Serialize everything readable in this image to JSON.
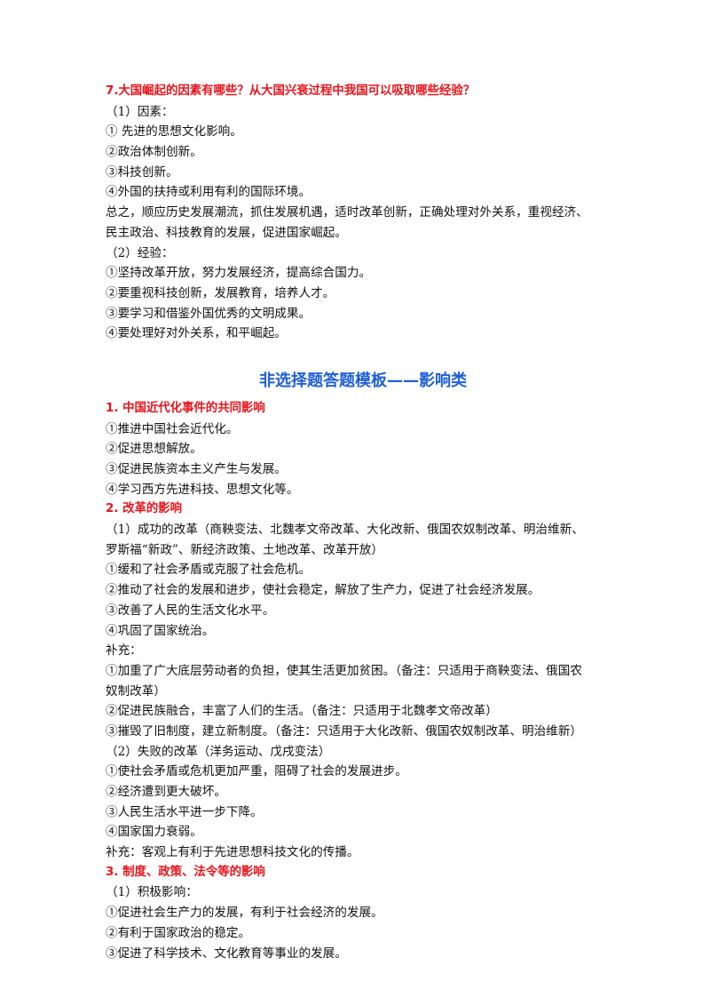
{
  "q7": {
    "heading": "7.大国崛起的因素有哪些？从大国兴衰过程中我国可以吸取哪些经验？",
    "lines": [
      "（1）因素：",
      "① 先进的思想文化影响。",
      "②政治体制创新。",
      "③科技创新。",
      "④外国的扶持或利用有利的国际环境。",
      "总之，顺应历史发展潮流，抓住发展机遇，适时改革创新，正确处理对外关系，重视经济、",
      "民主政治、科技教育的发展，促进国家崛起。",
      "（2）经验：",
      "①坚持改革开放，努力发展经济，提高综合国力。",
      "②要重视科技创新，发展教育，培养人才。",
      "③要学习和借鉴外国优秀的文明成果。",
      "④要处理好对外关系，和平崛起。"
    ]
  },
  "section_title": "非选择题答题模板——影响类",
  "s1": {
    "heading": "1.   中国近代化事件的共同影响",
    "lines": [
      "①推进中国社会近代化。",
      "②促进思想解放。",
      "③促进民族资本主义产生与发展。",
      "④学习西方先进科技、思想文化等。"
    ]
  },
  "s2": {
    "heading": "2.    改革的影响",
    "lines": [
      "（1）成功的改革（商鞅变法、北魏孝文帝改革、大化改新、俄国农奴制改革、明治维新、",
      "罗斯福“新政”、新经济政策、土地改革、改革开放）",
      "①缓和了社会矛盾或克服了社会危机。",
      "②推动了社会的发展和进步，使社会稳定，解放了生产力，促进了社会经济发展。",
      "③改善了人民的生活文化水平。",
      "④巩固了国家统治。",
      "补充：",
      "①加重了广大底层劳动者的负担，使其生活更加贫困。（备注：只适用于商鞅变法、俄国农",
      "奴制改革）",
      "②促进民族融合，丰富了人们的生活。（备注：只适用于北魏孝文帝改革）",
      "③摧毁了旧制度，建立新制度。（备注：只适用于大化改新、俄国农奴制改革、明治维新）",
      "（2）失败的改革（洋务运动、戊戌变法）",
      "①使社会矛盾或危机更加严重，阻碍了社会的发展进步。",
      "②经济遭到更大破坏。",
      "③人民生活水平进一步下降。",
      "④国家国力衰弱。",
      "补充：客观上有利于先进思想科技文化的传播。"
    ]
  },
  "s3": {
    "heading": "3.   制度、政策、法令等的影响",
    "lines": [
      "（1）积极影响：",
      "①促进社会生产力的发展，有利于社会经济的发展。",
      "②有利于国家政治的稳定。",
      "③促进了科学技术、文化教育等事业的发展。"
    ]
  }
}
